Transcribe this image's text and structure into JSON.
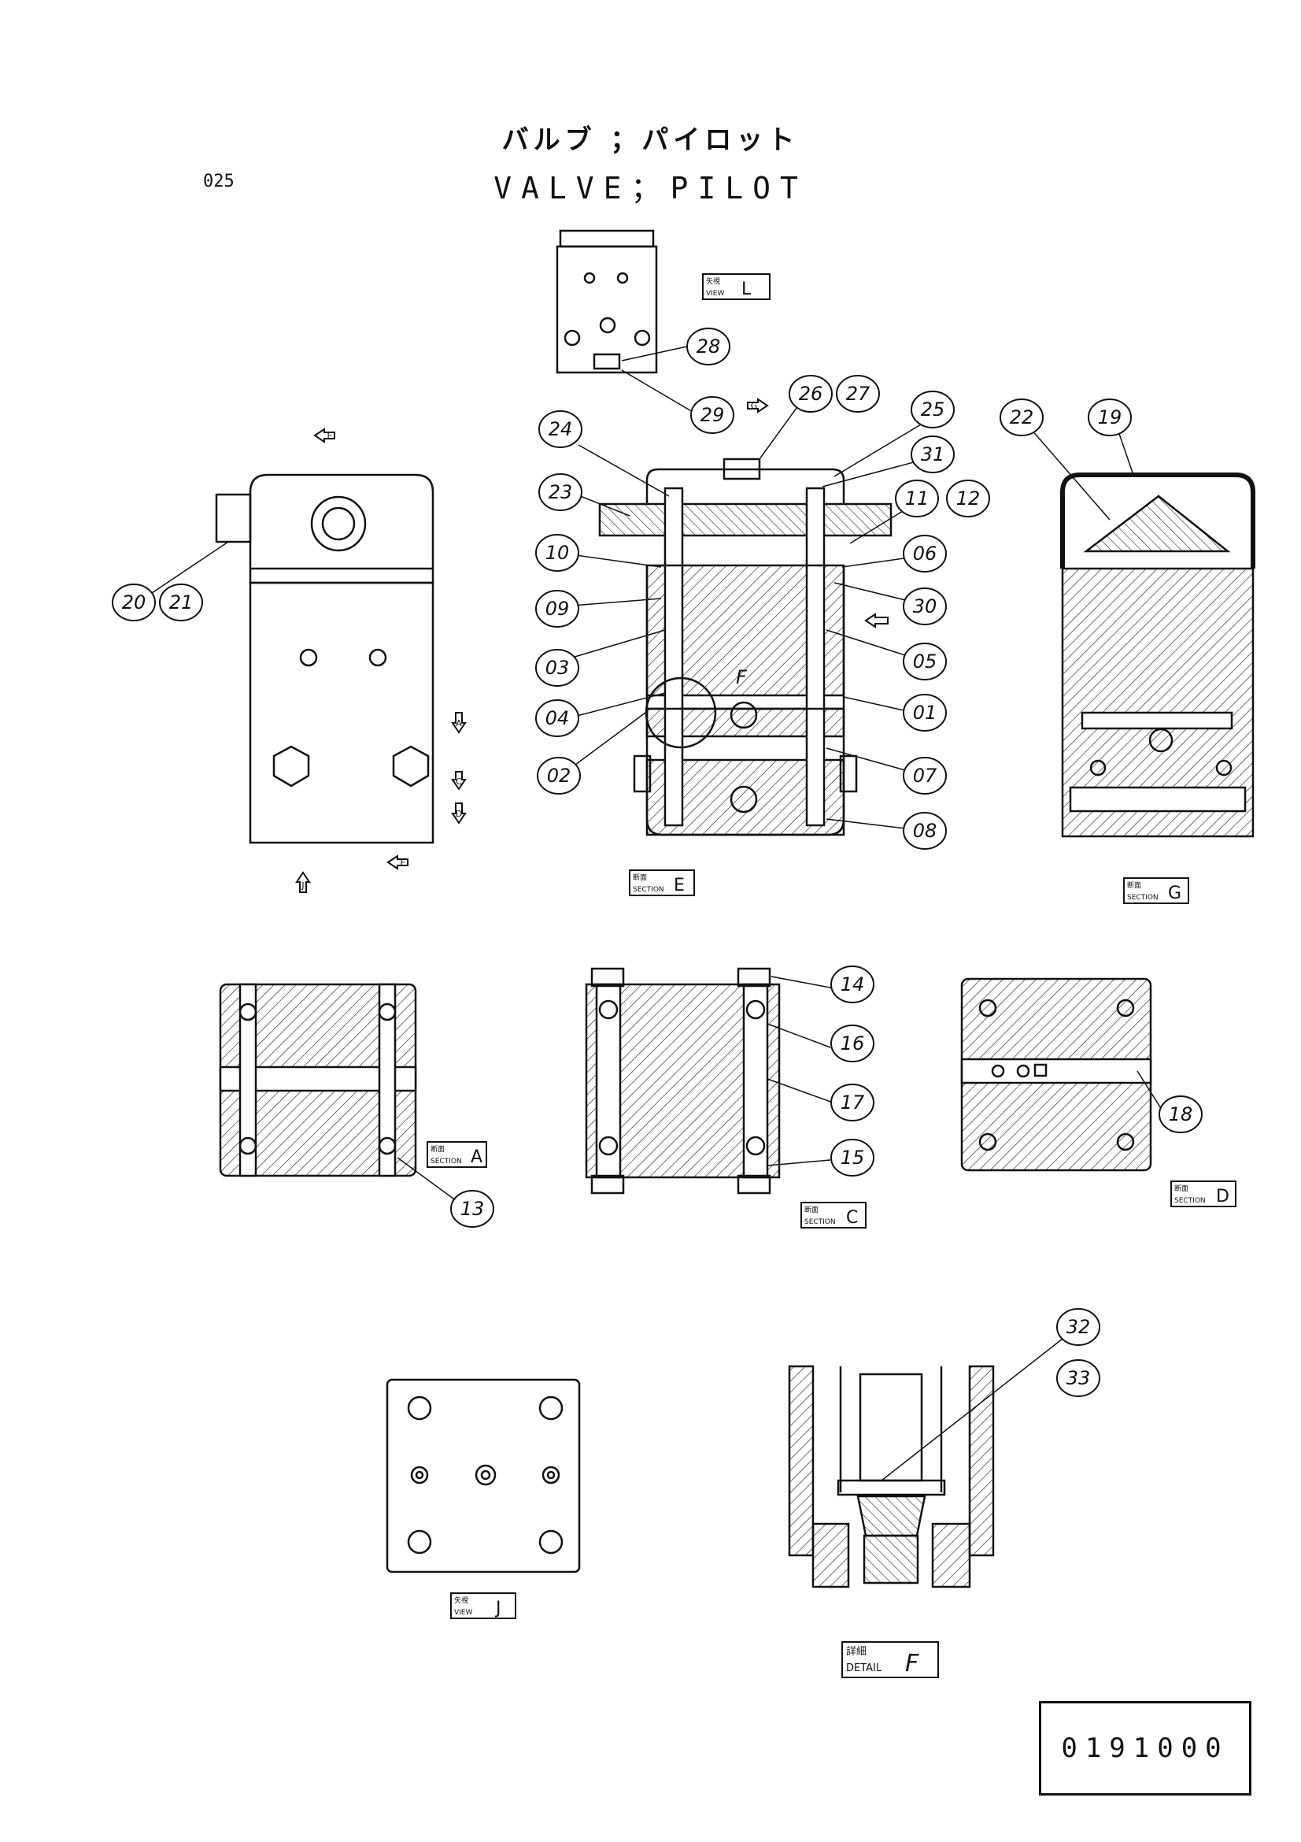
{
  "header": {
    "title_jp": "バルブ ；パイロット",
    "title_en": "VALVE；PILOT",
    "page_no": "025"
  },
  "part_number": "0191000",
  "views": {
    "view_l": {
      "top": "矢視",
      "bottom": "VIEW",
      "letter": "L"
    },
    "section_e": {
      "top": "断面",
      "bottom": "SECTION",
      "letter": "E"
    },
    "section_g": {
      "top": "断面",
      "bottom": "SECTION",
      "letter": "G"
    },
    "section_a": {
      "top": "断面",
      "bottom": "SECTION",
      "letter": "A"
    },
    "section_c": {
      "top": "断面",
      "bottom": "SECTION",
      "letter": "C"
    },
    "section_d": {
      "top": "断面",
      "bottom": "SECTION",
      "letter": "D"
    },
    "view_j": {
      "top": "矢視",
      "bottom": "VIEW",
      "letter": "J"
    },
    "detail_f": {
      "top": "詳細",
      "bottom": "DETAIL",
      "letter": "F"
    }
  },
  "arrows": {
    "e": "E",
    "g": "G",
    "a": "A",
    "c": "C",
    "d": "D",
    "j": "J",
    "f": "F"
  },
  "callouts": {
    "c01": "01",
    "c02": "02",
    "c03": "03",
    "c04": "04",
    "c05": "05",
    "c06": "06",
    "c07": "07",
    "c08": "08",
    "c09": "09",
    "c10": "10",
    "c11": "11",
    "c12": "12",
    "c13": "13",
    "c14": "14",
    "c15": "15",
    "c16": "16",
    "c17": "17",
    "c18": "18",
    "c19": "19",
    "c20": "20",
    "c21": "21",
    "c22": "22",
    "c23": "23",
    "c24": "24",
    "c25": "25",
    "c26": "26",
    "c27": "27",
    "c28": "28",
    "c29": "29",
    "c30": "30",
    "c31": "31",
    "c32": "32",
    "c33": "33"
  }
}
